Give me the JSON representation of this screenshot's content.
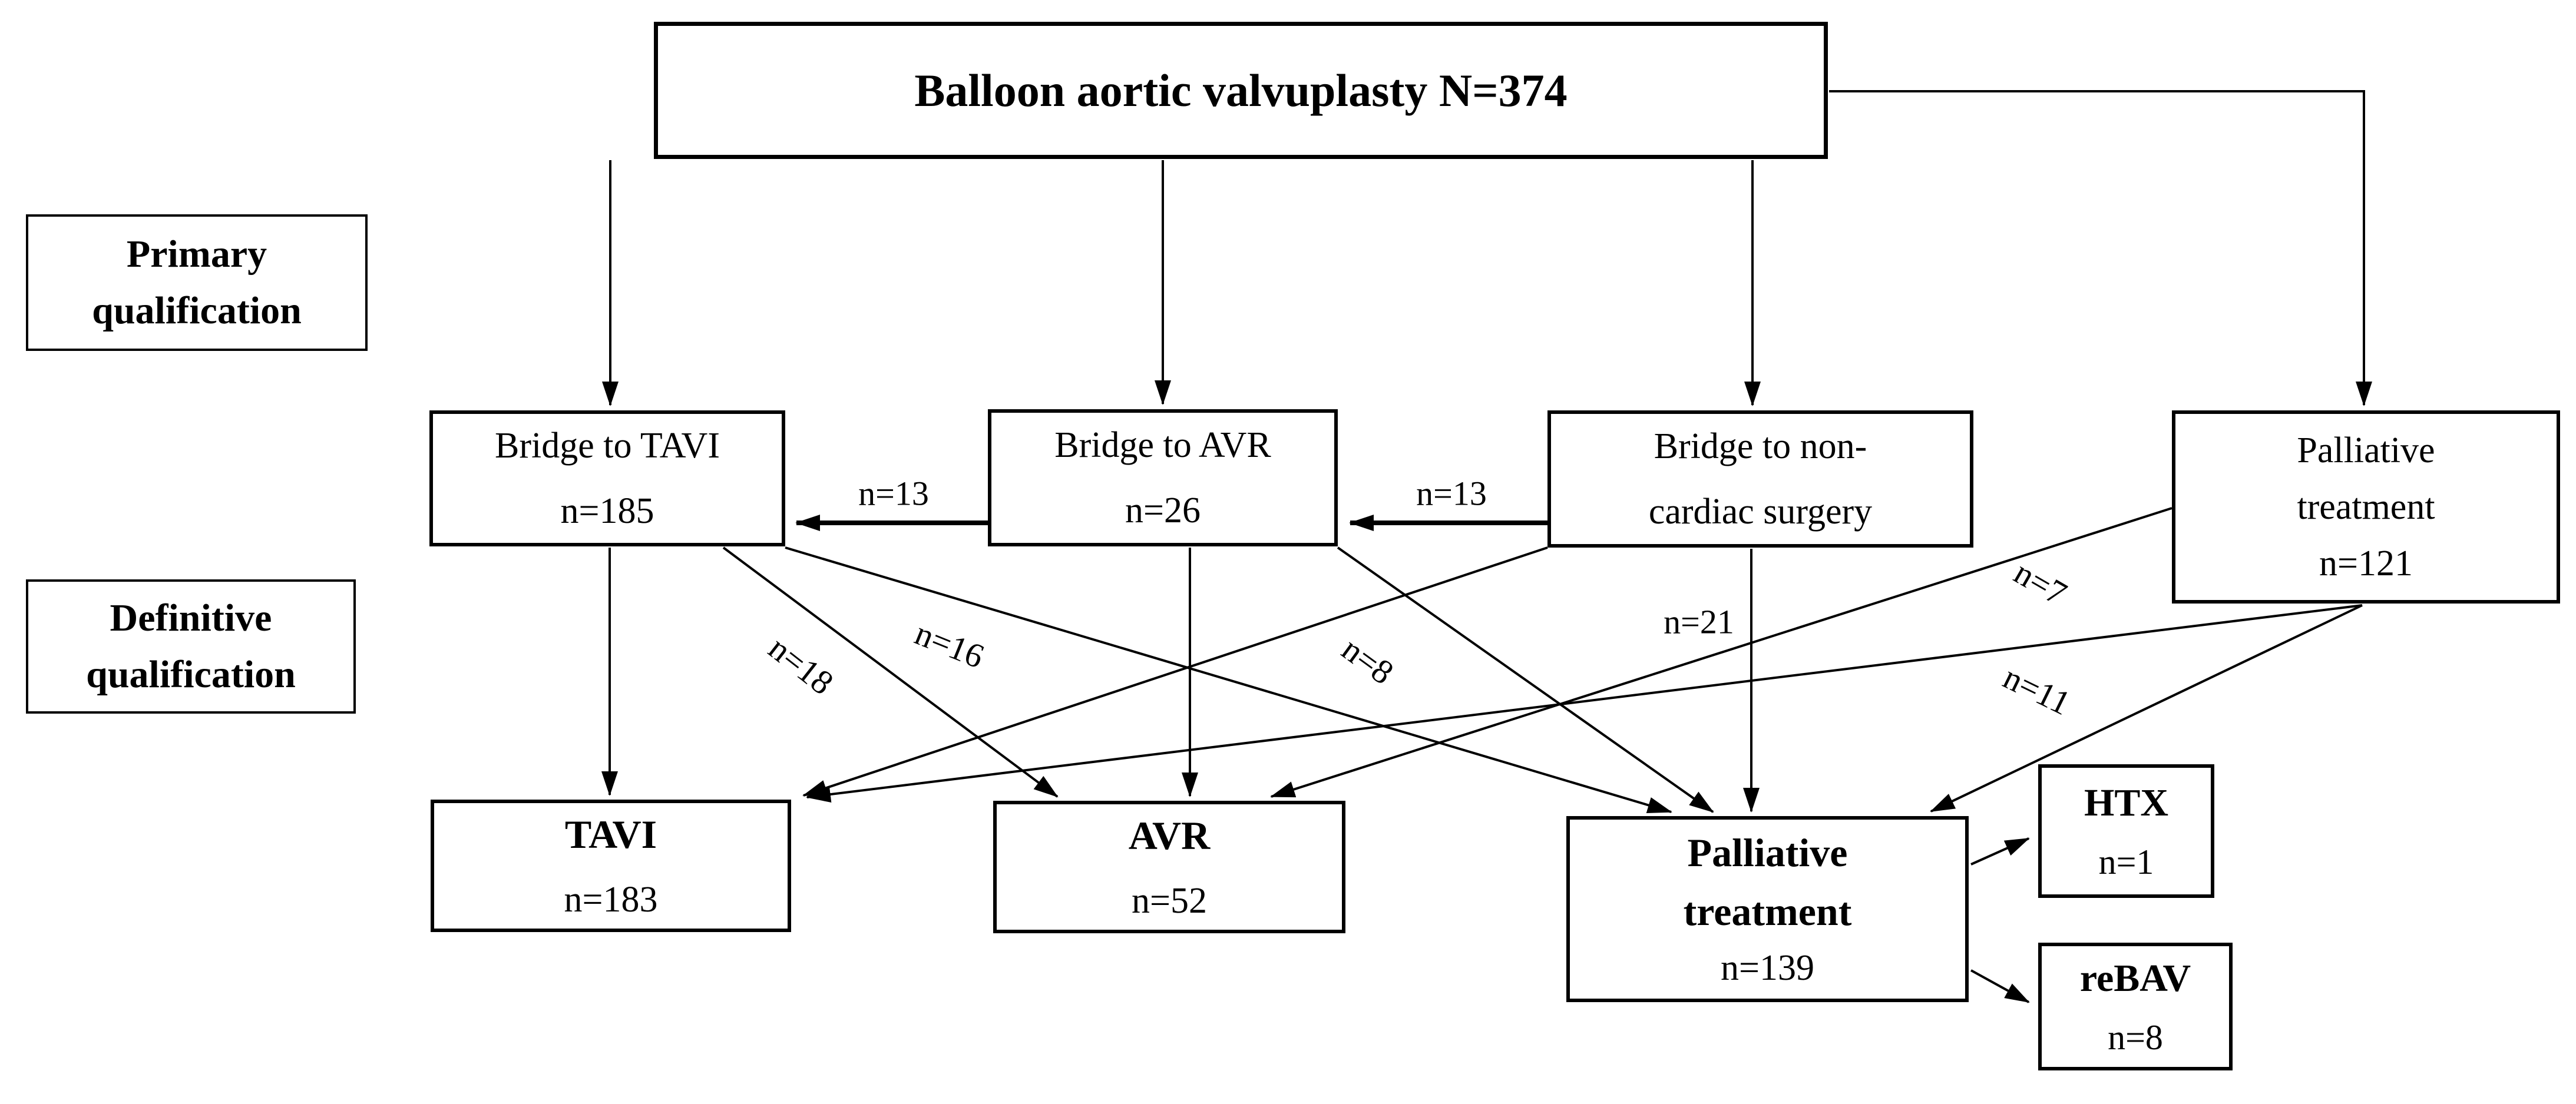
{
  "colors": {
    "background": "#ffffff",
    "line": "#000000"
  },
  "boxes": {
    "bav": {
      "text": "Balloon aortic valvuplasty N=374"
    },
    "primary_label": {
      "line1": "Primary",
      "line2": "qualification"
    },
    "definitive_label": {
      "line1": "Definitive",
      "line2": "qualification"
    },
    "bridge_tavi": {
      "line1": "Bridge to TAVI",
      "line2": "n=185"
    },
    "bridge_avr": {
      "line1": "Bridge to AVR",
      "line2": "n=26"
    },
    "bridge_noncardiac": {
      "line1": "Bridge to non-",
      "line2": "cardiac surgery"
    },
    "palliative_primary": {
      "line1": "Palliative",
      "line2": "treatment",
      "line3": "n=121"
    },
    "tavi": {
      "line1": "TAVI",
      "line2": "n=183"
    },
    "avr": {
      "line1": "AVR",
      "line2": "n=52"
    },
    "palliative_definitive": {
      "line1": "Palliative",
      "line2": "treatment",
      "line3": "n=139"
    },
    "htx": {
      "line1": "HTX",
      "line2": "n=1"
    },
    "rebav": {
      "line1": "reBAV",
      "line2": "n=8"
    }
  },
  "edges": {
    "avr_bridge_to_tavi_bridge": "n=13",
    "noncardiac_to_avr_bridge": "n=13",
    "noncardiac_to_palliative": "n=21",
    "tavi_bridge_to_avr": "n=18",
    "tavi_bridge_to_palliative": "n=16",
    "avr_bridge_to_palliative": "n=8",
    "palliative_to_avr": "n=7",
    "palliative_to_tavi": "n=11"
  }
}
